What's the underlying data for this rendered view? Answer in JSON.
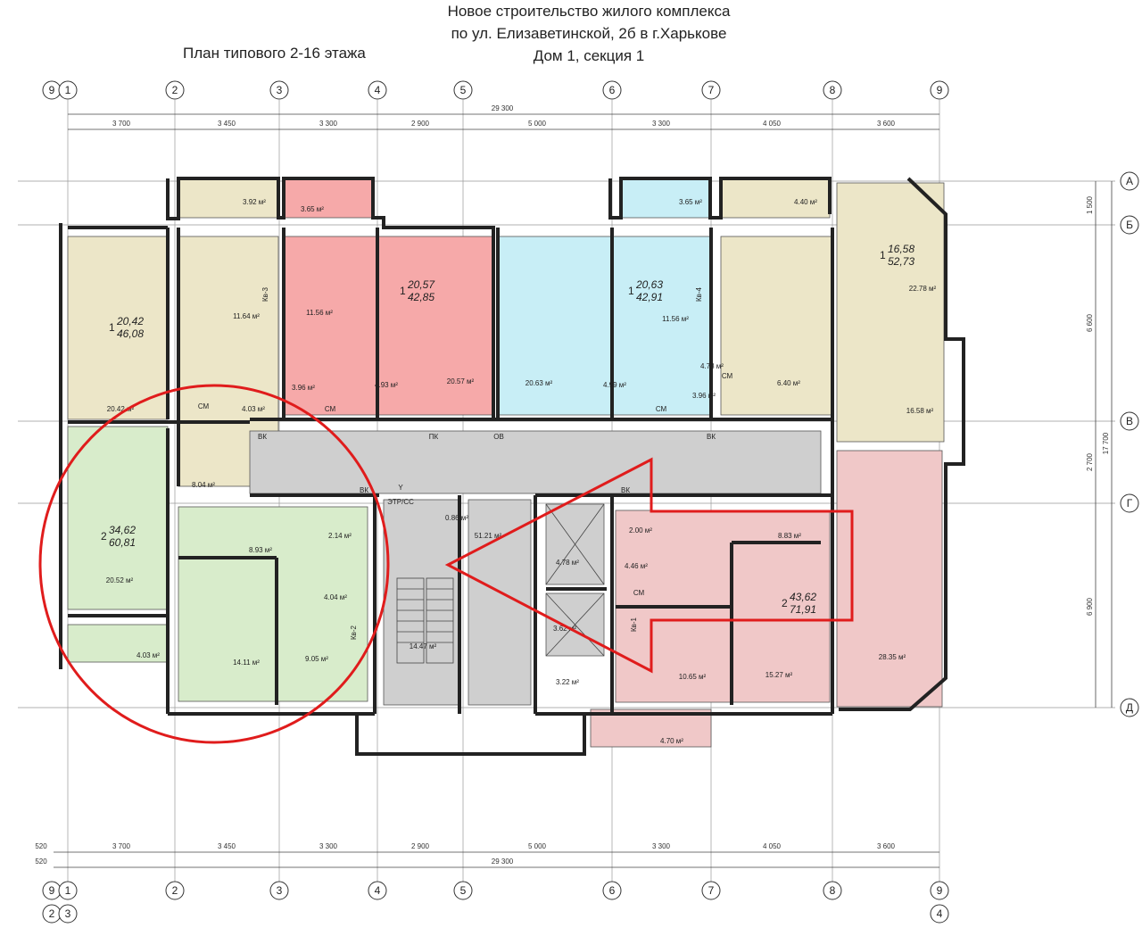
{
  "header": {
    "line1": "Новое строительство жилого комплекса",
    "line2": "по ул. Елизаветинской, 2б в г.Харькове",
    "line3": "Дом 1, секция 1",
    "plan_title": "План типового 2-16 этажа"
  },
  "axes_top": [
    "9",
    "1",
    "2",
    "3",
    "4",
    "5",
    "6",
    "7",
    "8",
    "9"
  ],
  "axes_bottom_extra": [
    "2",
    "3",
    "4"
  ],
  "axes_right": [
    "А",
    "Б",
    "В",
    "Г",
    "Д"
  ],
  "dims_top": [
    "3 700",
    "3 450",
    "3 300",
    "2 900",
    "5 000",
    "3 300",
    "4 050",
    "3 600"
  ],
  "dim_total": "29 300",
  "dims_right": [
    "1 500",
    "6 600",
    "2 700",
    "6 900"
  ],
  "dim_right_total": "17 700",
  "dim_520": "520",
  "apartments": [
    {
      "rooms": "1",
      "living": "20,42",
      "total": "46,08"
    },
    {
      "rooms": "1",
      "living": "20,57",
      "total": "42,85"
    },
    {
      "rooms": "1",
      "living": "20,63",
      "total": "42,91"
    },
    {
      "rooms": "1",
      "living": "16,58",
      "total": "52,73"
    },
    {
      "rooms": "2",
      "living": "34,62",
      "total": "60,81"
    },
    {
      "rooms": "2",
      "living": "43,62",
      "total": "71,91"
    }
  ],
  "areas": [
    "3.92 м²",
    "3.65 м²",
    "3.65 м²",
    "4.40 м²",
    "11.64 м²",
    "11.56 м²",
    "11.56 м²",
    "22.78 м²",
    "20.42 м²",
    "3.96 м²",
    "4.93 м²",
    "20.57 м²",
    "20.63 м²",
    "4.99 м²",
    "3.96 м²",
    "4.78 м²",
    "6.40 м²",
    "4.03 м²",
    "16.58 м²",
    "8.04 м²",
    "0.86 м²",
    "51.21 м²",
    "8.93 м²",
    "2.14 м²",
    "20.52 м²",
    "4.04 м²",
    "14.11 м²",
    "9.05 м²",
    "4.03 м²",
    "14.47 м²",
    "4.78 м²",
    "3.62 м²",
    "3.22 м²",
    "2.00 м²",
    "4.46 м²",
    "8.83 м²",
    "10.65 м²",
    "15.27 м²",
    "28.35 м²",
    "4.70 м²"
  ],
  "labels": {
    "vk": "ВК",
    "pk": "ПК",
    "ov": "ОВ",
    "etr": "ЭТР/СС",
    "sm": "СМ",
    "kv1": "Кв-1",
    "kv2": "Кв-2",
    "kv3": "Кв-3",
    "kv4": "Кв-4",
    "y": "Y"
  },
  "colors": {
    "beige": "#ece6c8",
    "green": "#d8eccb",
    "red_strong": "#f6a9a9",
    "red_light": "#f0c8c8",
    "cyan": "#c8eef6",
    "grey": "#cfcfcf",
    "annotation": "#e01c1c"
  }
}
